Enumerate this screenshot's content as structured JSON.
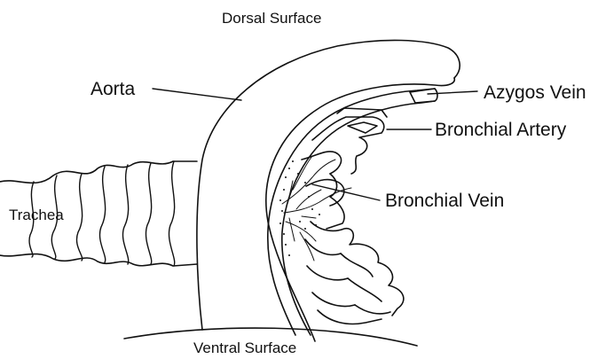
{
  "labels": {
    "dorsal_surface": "Dorsal Surface",
    "ventral_surface": "Ventral Surface",
    "aorta": "Aorta",
    "trachea": "Trachea",
    "azygos_vein": "Azygos Vein",
    "bronchial_artery": "Bronchial Artery",
    "bronchial_vein": "Bronchial Vein"
  },
  "colors": {
    "line": "#111111",
    "background": "#ffffff"
  }
}
